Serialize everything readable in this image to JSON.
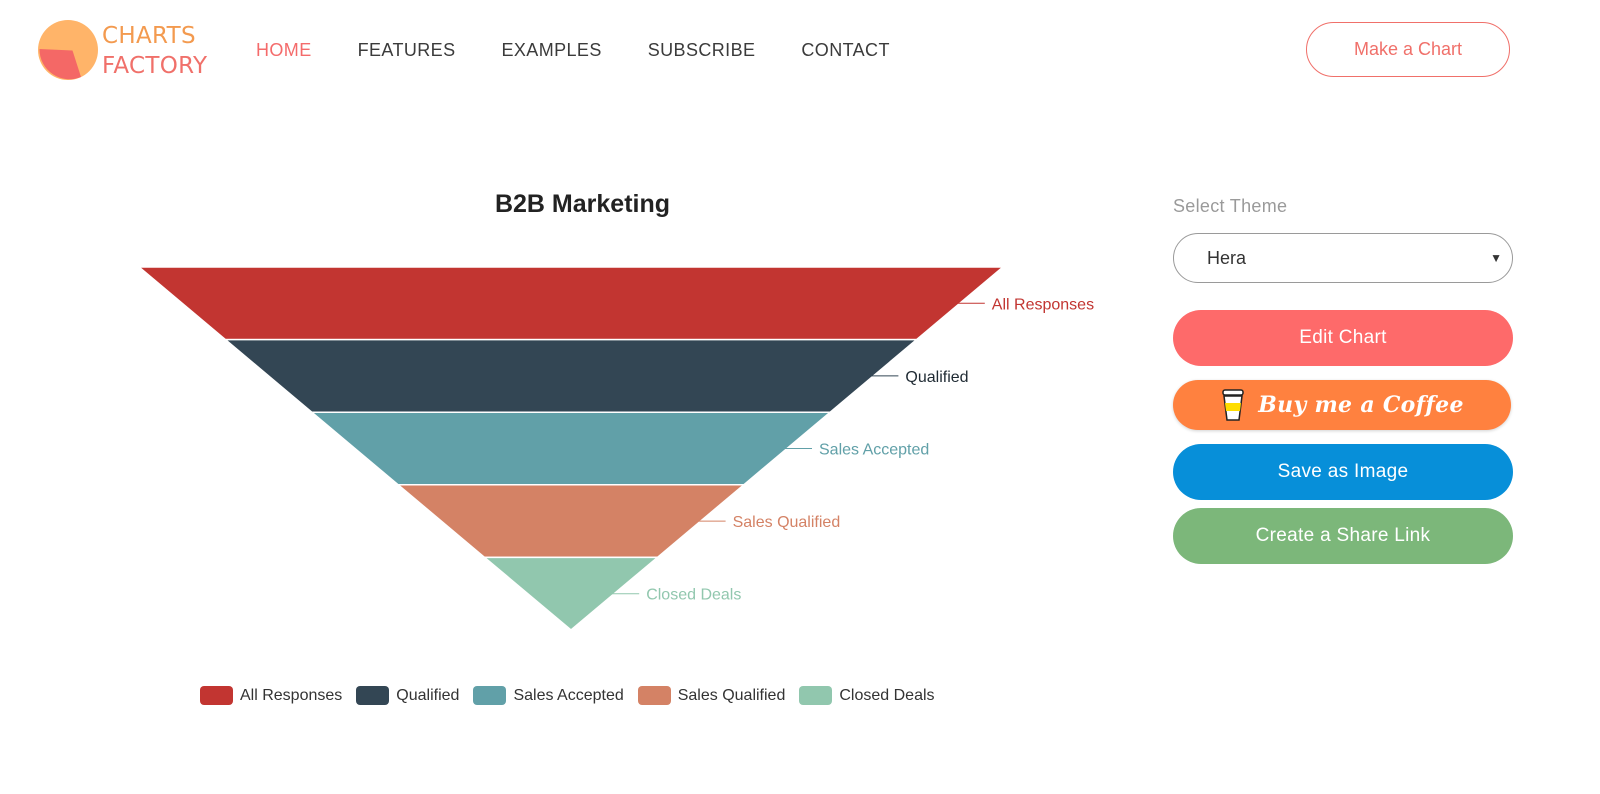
{
  "header": {
    "logo": {
      "line1": "CHARTS",
      "line2": "FACTORY"
    },
    "nav": [
      {
        "label": "HOME",
        "active": true
      },
      {
        "label": "FEATURES"
      },
      {
        "label": "EXAMPLES"
      },
      {
        "label": "SUBSCRIBE"
      },
      {
        "label": "CONTACT"
      }
    ],
    "make_chart_label": "Make a Chart"
  },
  "sidebar": {
    "theme_label": "Select Theme",
    "theme_value": "Hera",
    "edit_label": "Edit Chart",
    "coffee_label": "Buy me a Coffee",
    "save_label": "Save as Image",
    "share_label": "Create a Share Link"
  },
  "colors": {
    "accent": "#f0706a",
    "edit_button": "#fe6a6a",
    "coffee_button": "#ff813f",
    "save_button": "#078fd9",
    "share_button": "#7cb77a"
  },
  "chart_data": {
    "type": "funnel",
    "title": "B2B Marketing",
    "categories": [
      "All Responses",
      "Qualified",
      "Sales Accepted",
      "Sales Qualified",
      "Closed Deals"
    ],
    "colors": [
      "#c23531",
      "#334654",
      "#61a0a8",
      "#d48265",
      "#91c7ae"
    ],
    "legend": "bottom"
  }
}
